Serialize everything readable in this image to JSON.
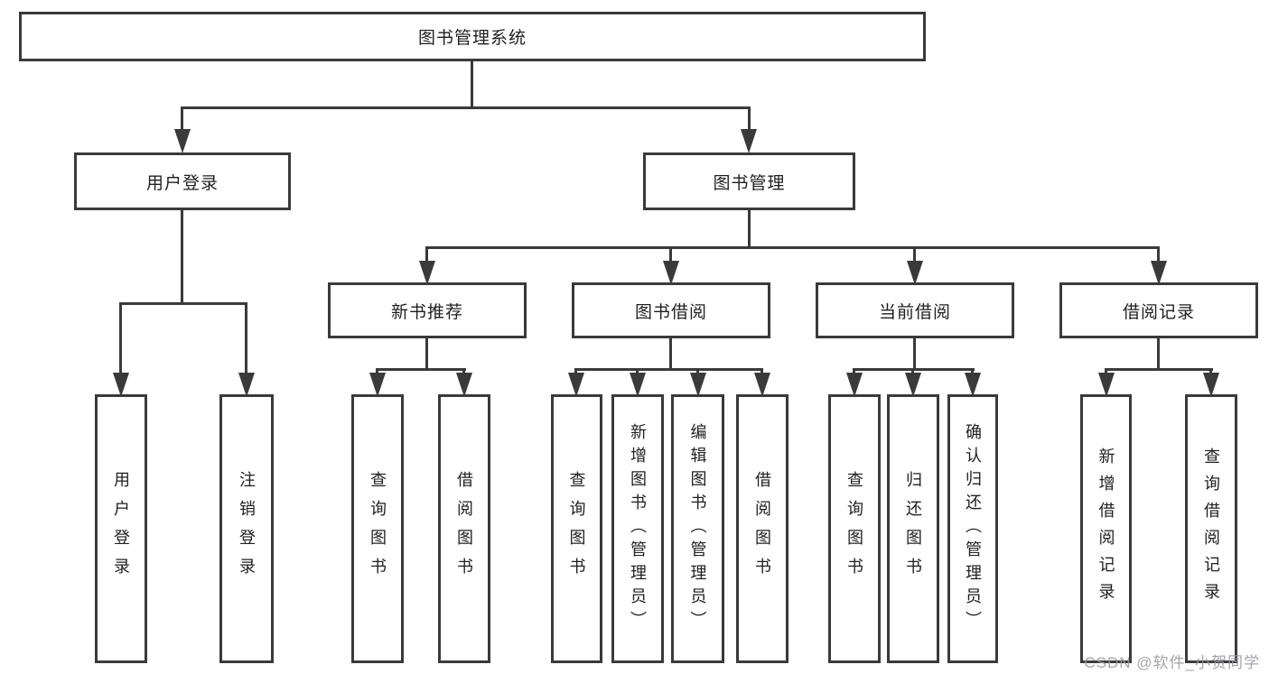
{
  "nodes": {
    "root": {
      "label": "图书管理系统"
    },
    "user_login": {
      "label": "用户登录"
    },
    "book_management": {
      "label": "图书管理"
    },
    "new_book_recommend": {
      "label": "新书推荐"
    },
    "book_borrow": {
      "label": "图书借阅"
    },
    "current_borrow": {
      "label": "当前借阅"
    },
    "borrow_record": {
      "label": "借阅记录"
    },
    "leaf_user_login": {
      "label": "用户登录"
    },
    "leaf_logout": {
      "label": "注销登录"
    },
    "leaf_query_book_1": {
      "label": "查询图书"
    },
    "leaf_borrow_book_1": {
      "label": "借阅图书"
    },
    "leaf_query_book_2": {
      "label": "查询图书"
    },
    "leaf_add_book": {
      "label": "新增图书（管理员）"
    },
    "leaf_edit_book": {
      "label": "编辑图书（管理员）"
    },
    "leaf_borrow_book_2": {
      "label": "借阅图书"
    },
    "leaf_query_book_3": {
      "label": "查询图书"
    },
    "leaf_return_book": {
      "label": "归还图书"
    },
    "leaf_confirm_return": {
      "label": "确认归还（管理员）"
    },
    "leaf_add_borrow_record": {
      "label": "新增借阅记录"
    },
    "leaf_query_borrow_record": {
      "label": "查询借阅记录"
    }
  },
  "watermark": {
    "text": "CSDN @软件_小贺同学"
  },
  "colors": {
    "line": "#3a3a3a",
    "text": "#1f1f1f",
    "watermark": "#9b9ba1",
    "background": "#ffffff"
  }
}
